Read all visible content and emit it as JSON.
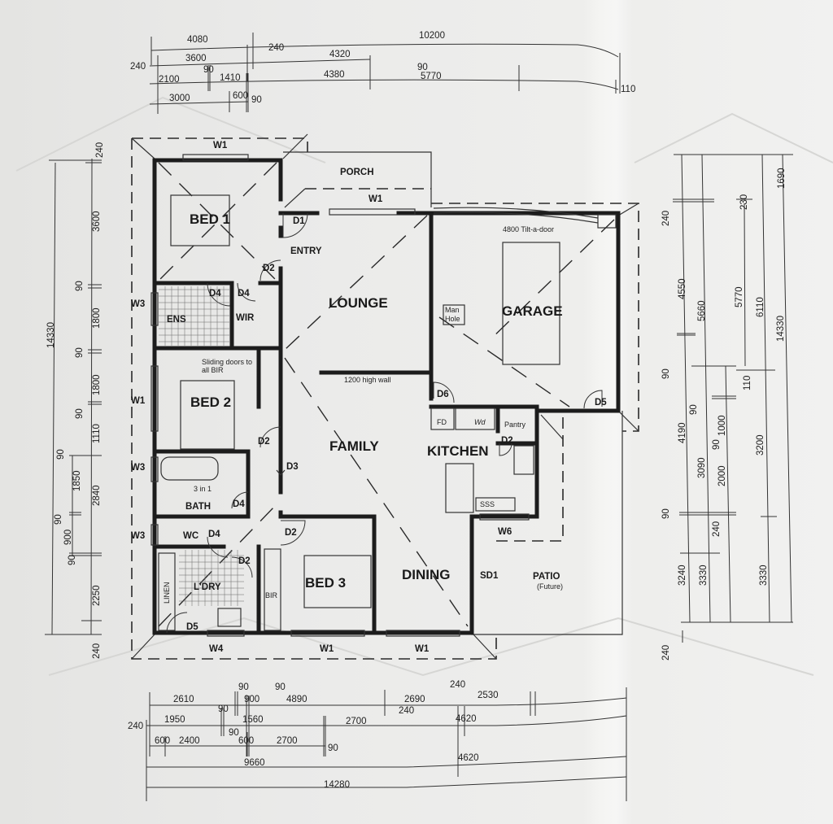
{
  "rooms": {
    "bed1": "BED 1",
    "porch": "PORCH",
    "entry": "ENTRY",
    "lounge": "LOUNGE",
    "garage": "GARAGE",
    "ens": "ENS",
    "wir": "WIR",
    "bed2": "BED 2",
    "family": "FAMILY",
    "kitchen": "KITCHEN",
    "bath": "BATH",
    "wc": "WC",
    "ldry": "L'DRY",
    "bed3": "BED 3",
    "dining": "DINING",
    "patio": "PATIO",
    "patio_note": "(Future)",
    "pantry": "Pantry",
    "linen": "LINEN",
    "bir": "BIR"
  },
  "notes": {
    "tilt_door": "4800 Tilt-a-door",
    "man_hole_1": "Man",
    "man_hole_2": "Hole",
    "sliding_1": "Sliding doors to",
    "sliding_2": "all BIR",
    "high_wall": "1200 high wall",
    "fd": "FD",
    "wd": "Wd",
    "sss": "SSS",
    "three_in_one": "3 in 1"
  },
  "openings": {
    "w1_top": "W1",
    "w1_porch": "W1",
    "w3_ens": "W3",
    "w1_bed2": "W1",
    "w3_bath": "W3",
    "w3_wc": "W3",
    "w4": "W4",
    "w1_bed3": "W1",
    "w1_dining": "W1",
    "w6": "W6",
    "sd1": "SD1",
    "d1": "D1",
    "d2_entry": "D2",
    "d4_ens": "D4",
    "d4_wir": "D4",
    "d2_bed2": "D2",
    "d3": "D3",
    "d4_bath": "D4",
    "d4_wc": "D4",
    "d2_bed3": "D2",
    "d2_ldry": "D2",
    "d5_ldry": "D5",
    "d6": "D6",
    "d5_garage": "D5",
    "d2_pantry": "D2"
  },
  "dimensions": {
    "top": {
      "row1": [
        "4080",
        "240",
        "10200"
      ],
      "row2": [
        "240",
        "3600",
        "4320",
        "90"
      ],
      "row3": [
        "2100",
        "90",
        "1410",
        "4380",
        "5770",
        "110"
      ],
      "row4": [
        "3000",
        "600",
        "90"
      ]
    },
    "bottom": {
      "row1": [
        "2610",
        "90",
        "900",
        "90",
        "4890",
        "2690",
        "240",
        "2530"
      ],
      "row2": [
        "240",
        "1950",
        "90",
        "1560",
        "2700",
        "240",
        "4620"
      ],
      "row3": [
        "600",
        "2400",
        "90",
        "600",
        "2700",
        "90"
      ],
      "row4": [
        "9660",
        "4620"
      ],
      "row5": [
        "14280"
      ]
    },
    "left": {
      "outer": "14330",
      "inner": [
        "240",
        "3600",
        "90",
        "1800",
        "90",
        "1800",
        "90",
        "1110",
        "90",
        "2840",
        "2250",
        "240"
      ],
      "mid": [
        "1850",
        "90",
        "900",
        "90"
      ]
    },
    "right": {
      "col1": [
        "240",
        "4550",
        "90",
        "4190",
        "90",
        "3240",
        "240"
      ],
      "col2": [
        "5660",
        "90",
        "3090",
        "3330"
      ],
      "col3": [
        "90",
        "1000",
        "2000",
        "240"
      ],
      "col4": [
        "230",
        "5770",
        "110"
      ],
      "col5": [
        "6110",
        "3200",
        "3330"
      ],
      "col6": [
        "1690",
        "14330"
      ]
    }
  }
}
